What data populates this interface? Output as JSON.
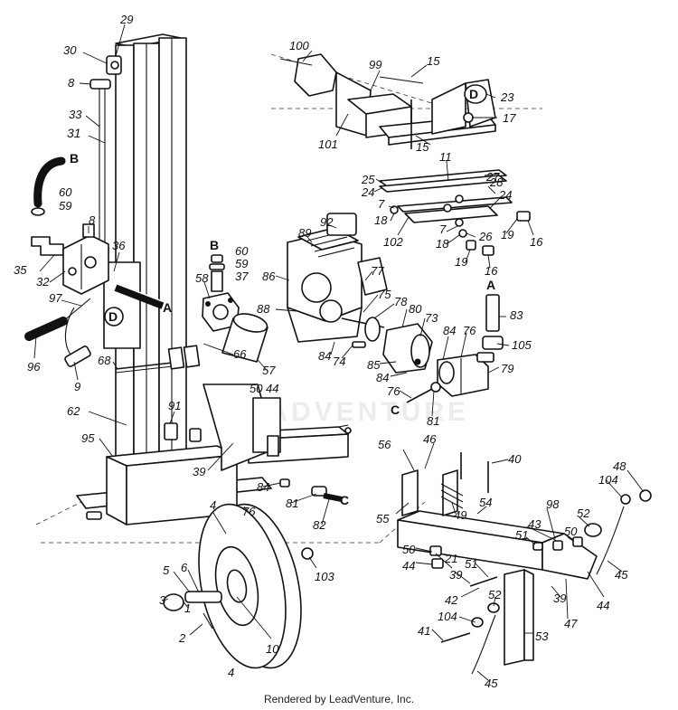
{
  "footer": {
    "credit": "Rendered by LeadVenture, Inc."
  },
  "watermark": {
    "text": "LEADVENTURE"
  },
  "colors": {
    "ink": "#111111",
    "background": "#ffffff"
  },
  "callouts": {
    "c29": "29",
    "c30": "30",
    "c8a": "8",
    "c33": "33",
    "c31": "31",
    "c60a": "60",
    "c59a": "59",
    "c8b": "8",
    "c35": "35",
    "c32": "32",
    "c36": "36",
    "c97": "97",
    "c96": "96",
    "c9": "9",
    "c68": "68",
    "c62": "62",
    "c95": "95",
    "c91": "91",
    "c39a": "39",
    "c58": "58",
    "c60b": "60",
    "c59b": "59",
    "c37": "37",
    "c66": "66",
    "c57": "57",
    "c50a": "50",
    "c44a": "44",
    "c84a": "84",
    "c81a": "81",
    "c76a": "76",
    "c82": "82",
    "c4a": "4",
    "c5": "5",
    "c6": "6",
    "c3": "3",
    "c1": "1",
    "c2": "2",
    "c10": "10",
    "c4b": "4",
    "c103": "103",
    "c100": "100",
    "c99": "99",
    "c15a": "15",
    "c23": "23",
    "c17": "17",
    "c101": "101",
    "c15b": "15",
    "c11": "11",
    "c25": "25",
    "c27": "27",
    "c24a": "24",
    "c28": "28",
    "c7a": "7",
    "c24b": "24",
    "c18a": "18",
    "c102": "102",
    "c7b": "7",
    "c18b": "18",
    "c26": "26",
    "c19a": "19",
    "c16a": "16",
    "c19b": "19",
    "c16b": "16",
    "c92": "92",
    "c89": "89",
    "c86": "86",
    "c77": "77",
    "c75": "75",
    "c78": "78",
    "c88": "88",
    "c80": "80",
    "c73": "73",
    "c84b": "84",
    "c74": "74",
    "c85": "85",
    "c84c": "84",
    "c76b": "76",
    "c84d": "84",
    "c76c": "76",
    "c79": "79",
    "c81b": "81",
    "c83": "83",
    "c105": "105",
    "c56": "56",
    "c46": "46",
    "c40": "40",
    "c55": "55",
    "c49": "49",
    "c54": "54",
    "c98": "98",
    "c43": "43",
    "c51a": "51",
    "c52a": "52",
    "c104a": "104",
    "c48": "48",
    "c50b": "50",
    "c44b": "44",
    "c21": "21",
    "c39b": "39",
    "c51b": "51",
    "c50c": "50",
    "c42": "42",
    "c52b": "52",
    "c45a": "45",
    "c44c": "44",
    "c39c": "39",
    "c47": "47",
    "c104b": "104",
    "c41": "41",
    "c53": "53",
    "c45b": "45"
  },
  "connection_letters": {
    "bTop": "B",
    "aLeft": "A",
    "bMid": "B",
    "aRight": "A",
    "cRight": "C",
    "cLow": "C"
  },
  "part_marks": {
    "dLeft": "D",
    "dRight": "D"
  }
}
